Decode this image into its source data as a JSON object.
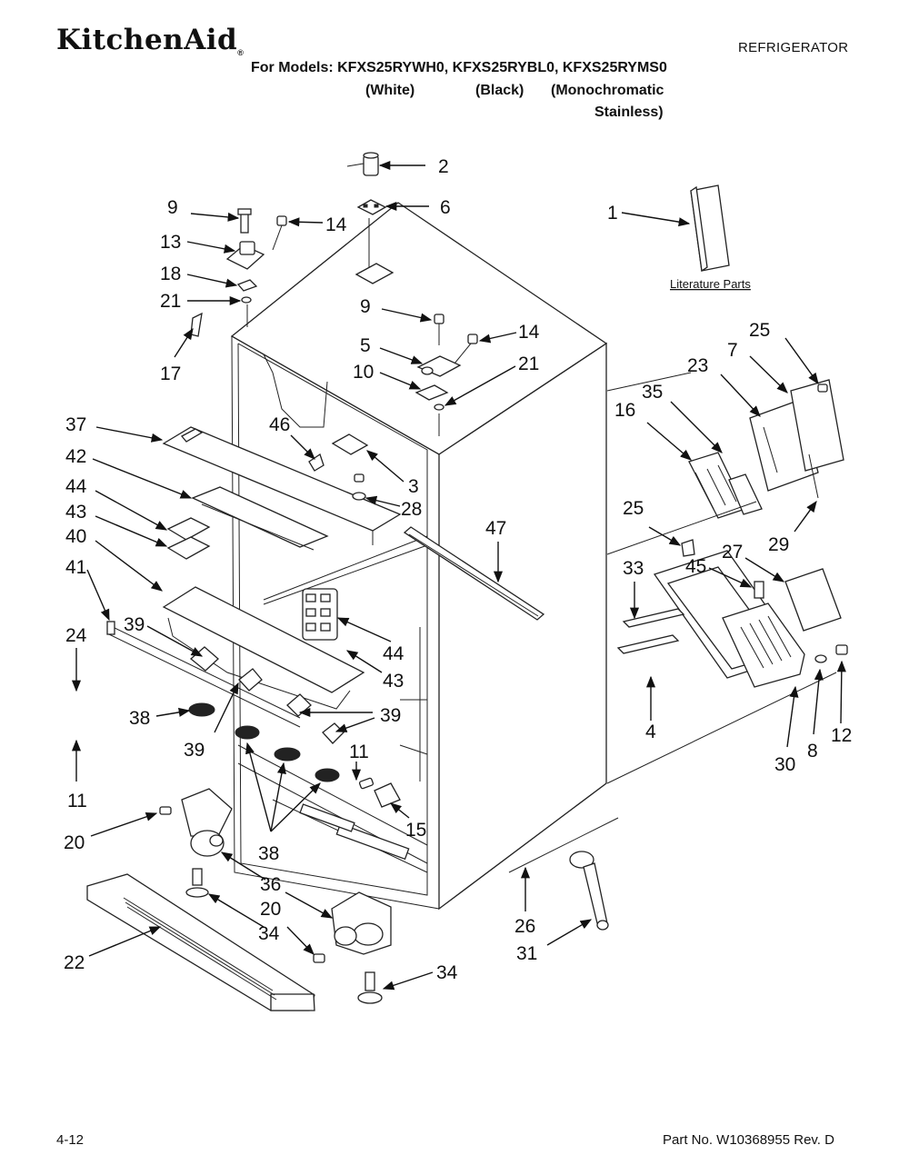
{
  "header": {
    "brand": "KitchenAid",
    "category": "REFRIGERATOR",
    "models": "For Models: KFXS25RYWH0, KFXS25RYBL0, KFXS25RYMS0",
    "variants": {
      "white": "(White)",
      "black": "(Black)",
      "mono_line1": "(Monochromatic",
      "mono_line2": "Stainless)"
    }
  },
  "literature_label": "Literature Parts",
  "callouts": {
    "c1": "1",
    "c2": "2",
    "c3": "3",
    "c4": "4",
    "c5": "5",
    "c6": "6",
    "c7": "7",
    "c8": "8",
    "c9a": "9",
    "c9b": "9",
    "c10": "10",
    "c11a": "11",
    "c11b": "11",
    "c12": "12",
    "c13": "13",
    "c14a": "14",
    "c14b": "14",
    "c15": "15",
    "c16": "16",
    "c17": "17",
    "c18": "18",
    "c20a": "20",
    "c20b": "20",
    "c21a": "21",
    "c21b": "21",
    "c22": "22",
    "c23": "23",
    "c24": "24",
    "c25a": "25",
    "c25b": "25",
    "c26": "26",
    "c27": "27",
    "c28": "28",
    "c29": "29",
    "c30": "30",
    "c31": "31",
    "c33": "33",
    "c34a": "34",
    "c34b": "34",
    "c35": "35",
    "c36": "36",
    "c37": "37",
    "c38a": "38",
    "c38b": "38",
    "c39a": "39",
    "c39b": "39",
    "c39c": "39",
    "c40": "40",
    "c41": "41",
    "c42": "42",
    "c43a": "43",
    "c43b": "43",
    "c44a": "44",
    "c44b": "44",
    "c45": "45",
    "c46": "46",
    "c47": "47"
  },
  "footer": {
    "page": "4-12",
    "part_no": "Part No. W10368955 Rev. D"
  }
}
